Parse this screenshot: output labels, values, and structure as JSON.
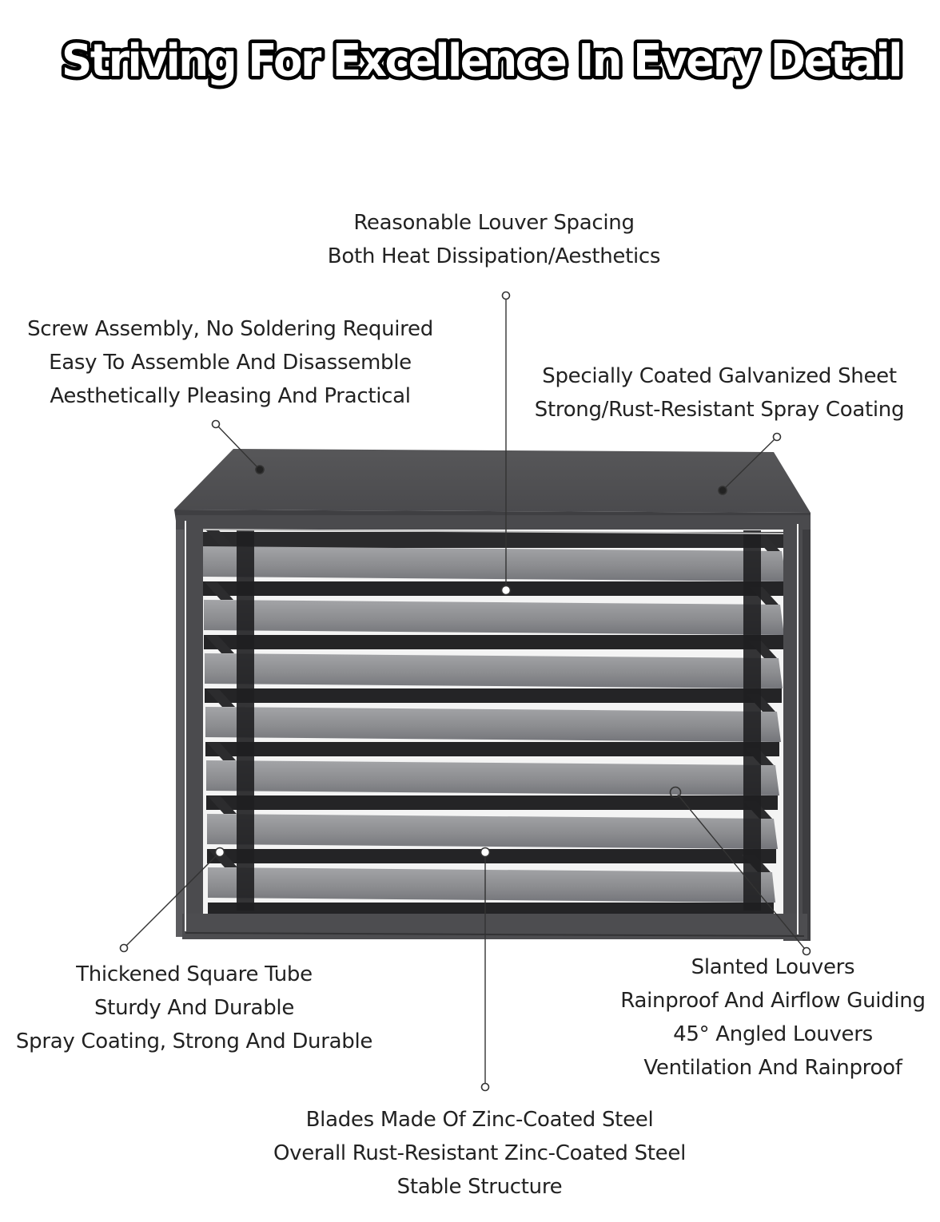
{
  "headline": "Striving For Excellence In Every Detail",
  "colors": {
    "headline_fill": "#ffffff",
    "headline_stroke": "#000000",
    "frame": "#4a4a4c",
    "top_panel": "#505052",
    "louver": "#8f9093",
    "louver_shadow": "#1e1e20",
    "text": "#222222"
  },
  "callouts": {
    "louver_spacing": {
      "line1": "Reasonable Louver Spacing",
      "line2": "Both Heat Dissipation/Aesthetics"
    },
    "screw_assembly": {
      "line1": "Screw Assembly, No Soldering Required",
      "line2": "Easy To Assemble And Disassemble",
      "line3": "Aesthetically Pleasing And Practical"
    },
    "galvanized_sheet": {
      "line1": "Specially Coated Galvanized Sheet",
      "line2": "Strong/Rust-Resistant Spray Coating"
    },
    "square_tube": {
      "line1": "Thickened Square Tube",
      "line2": "Sturdy And Durable",
      "line3": "Spray Coating, Strong And Durable"
    },
    "slanted_louvers": {
      "line1": "Slanted Louvers",
      "line2": "Rainproof And Airflow Guiding",
      "line3": "45°   Angled Louvers",
      "line4": "Ventilation And Rainproof"
    },
    "blades": {
      "line1": "Blades Made Of Zinc-Coated Steel",
      "line2": "Overall Rust-Resistant Zinc-Coated Steel",
      "line3": "Stable Structure"
    }
  }
}
